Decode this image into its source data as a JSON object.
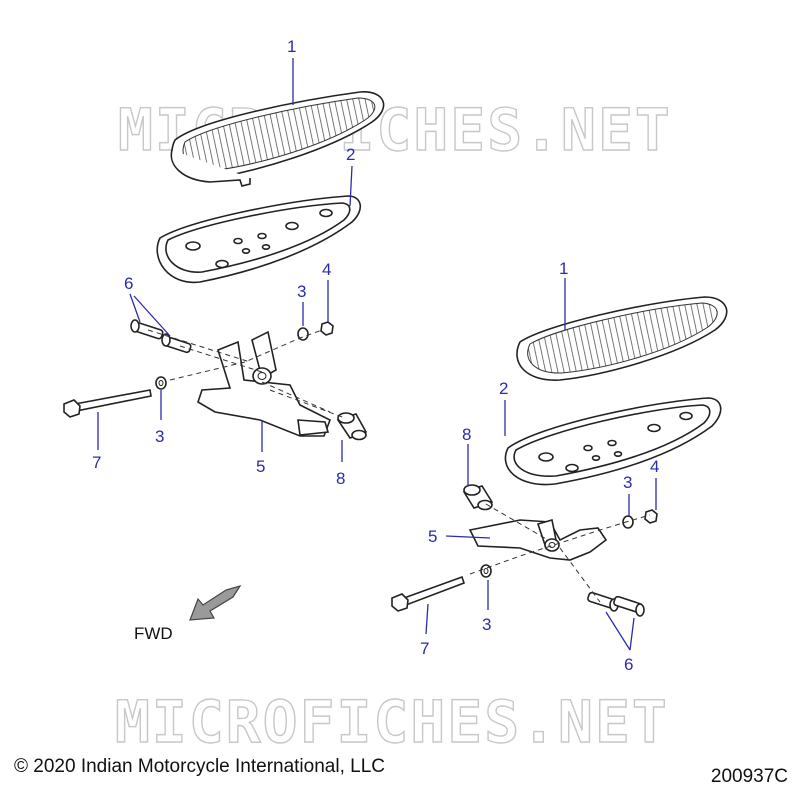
{
  "watermark": "MICROFICHES.NET",
  "direction_label": "FWD",
  "copyright": "© 2020 Indian Motorcycle International, LLC",
  "part_number": "200937C",
  "callouts": {
    "l1": "1",
    "l2": "2",
    "l3a": "3",
    "l4": "4",
    "l6": "6",
    "l3b": "3",
    "l7": "7",
    "l5": "5",
    "l8": "8",
    "r1": "1",
    "r2": "2",
    "r8": "8",
    "r3a": "3",
    "r4": "4",
    "r5": "5",
    "r3b": "3",
    "r7": "7",
    "r6": "6"
  },
  "colors": {
    "callout": "#2b2bb0",
    "watermark": "#c8c8c8",
    "line": "#222222"
  }
}
